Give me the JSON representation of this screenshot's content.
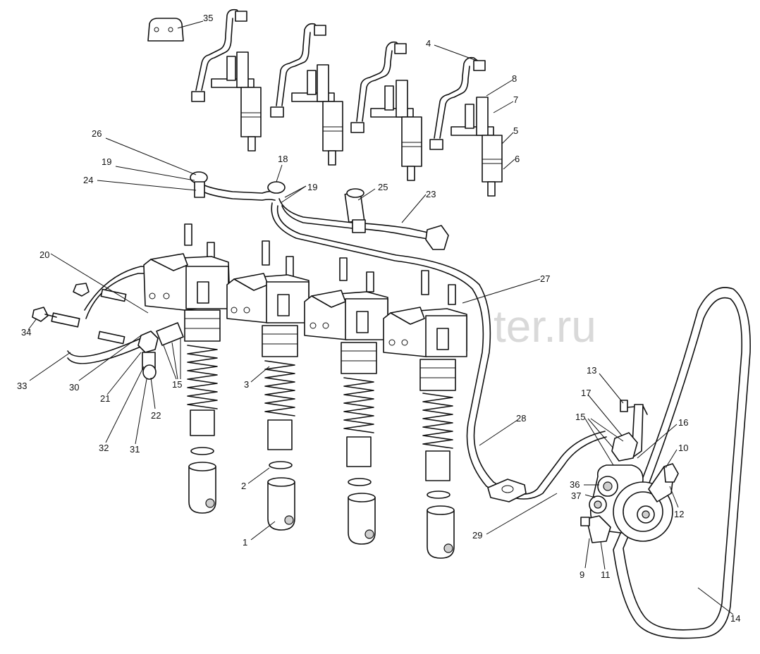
{
  "watermark": "ter.ru",
  "callouts": [
    {
      "id": "c1",
      "text": "1"
    },
    {
      "id": "c2",
      "text": "2"
    },
    {
      "id": "c3",
      "text": "3"
    },
    {
      "id": "c4",
      "text": "4"
    },
    {
      "id": "c5",
      "text": "5"
    },
    {
      "id": "c6",
      "text": "6"
    },
    {
      "id": "c7",
      "text": "7"
    },
    {
      "id": "c8",
      "text": "8"
    },
    {
      "id": "c9",
      "text": "9"
    },
    {
      "id": "c10",
      "text": "10"
    },
    {
      "id": "c11",
      "text": "11"
    },
    {
      "id": "c12",
      "text": "12"
    },
    {
      "id": "c13",
      "text": "13"
    },
    {
      "id": "c14",
      "text": "14"
    },
    {
      "id": "c15a",
      "text": "15"
    },
    {
      "id": "c15b",
      "text": "15"
    },
    {
      "id": "c16",
      "text": "16"
    },
    {
      "id": "c17",
      "text": "17"
    },
    {
      "id": "c18",
      "text": "18"
    },
    {
      "id": "c19a",
      "text": "19"
    },
    {
      "id": "c19b",
      "text": "19"
    },
    {
      "id": "c20",
      "text": "20"
    },
    {
      "id": "c21",
      "text": "21"
    },
    {
      "id": "c22",
      "text": "22"
    },
    {
      "id": "c23",
      "text": "23"
    },
    {
      "id": "c24",
      "text": "24"
    },
    {
      "id": "c25",
      "text": "25"
    },
    {
      "id": "c26",
      "text": "26"
    },
    {
      "id": "c27",
      "text": "27"
    },
    {
      "id": "c28",
      "text": "28"
    },
    {
      "id": "c29",
      "text": "29"
    },
    {
      "id": "c30",
      "text": "30"
    },
    {
      "id": "c31",
      "text": "31"
    },
    {
      "id": "c32",
      "text": "32"
    },
    {
      "id": "c33",
      "text": "33"
    },
    {
      "id": "c34",
      "text": "34"
    },
    {
      "id": "c35",
      "text": "35"
    },
    {
      "id": "c36",
      "text": "36"
    },
    {
      "id": "c37",
      "text": "37"
    }
  ]
}
